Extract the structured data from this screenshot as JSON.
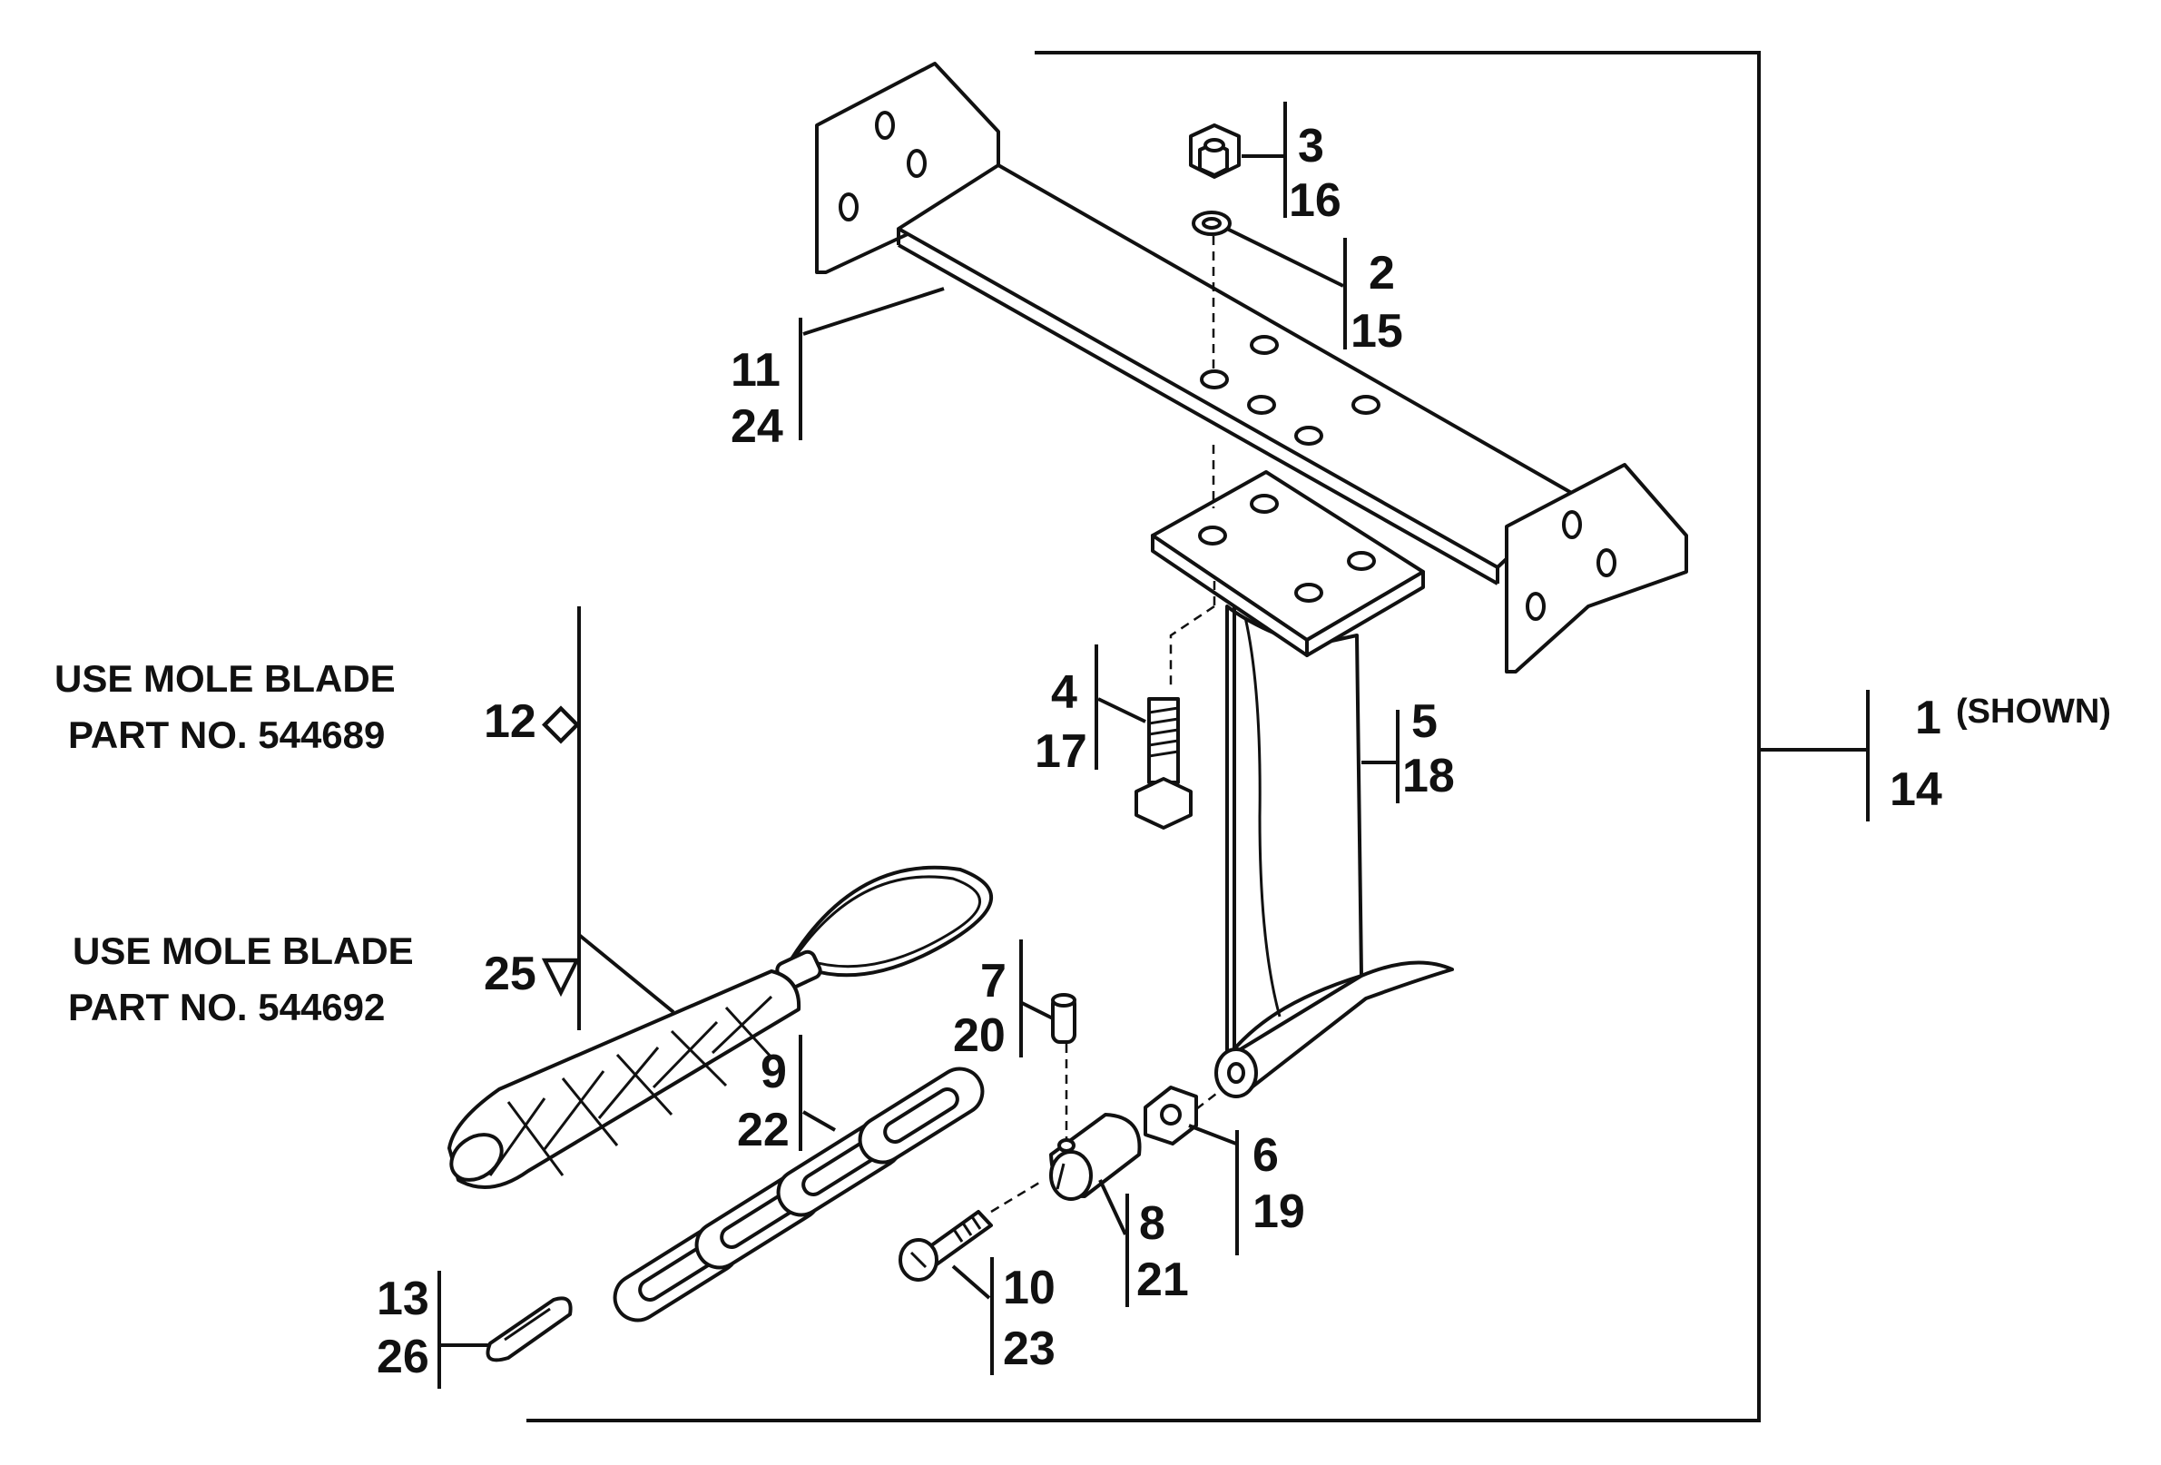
{
  "labels": {
    "n1": "1",
    "shown": "(SHOWN)",
    "n14": "14",
    "n2": "2",
    "n15": "15",
    "n3": "3",
    "n16": "16",
    "n4": "4",
    "n17": "17",
    "n5": "5",
    "n18": "18",
    "n6": "6",
    "n19": "19",
    "n7": "7",
    "n20": "20",
    "n8": "8",
    "n21": "21",
    "n9": "9",
    "n22": "22",
    "n10": "10",
    "n23": "23",
    "n11": "11",
    "n24": "24",
    "n12": "12",
    "n13": "13",
    "n25": "25",
    "n26": "26"
  },
  "notes": {
    "blade_a_line1": "USE MOLE BLADE",
    "blade_a_line2": "PART NO. 544689",
    "blade_b_line1": "USE MOLE BLADE",
    "blade_b_line2": "PART NO. 544692"
  },
  "symbols": {
    "diamond": "◇",
    "triangle": "▽"
  }
}
